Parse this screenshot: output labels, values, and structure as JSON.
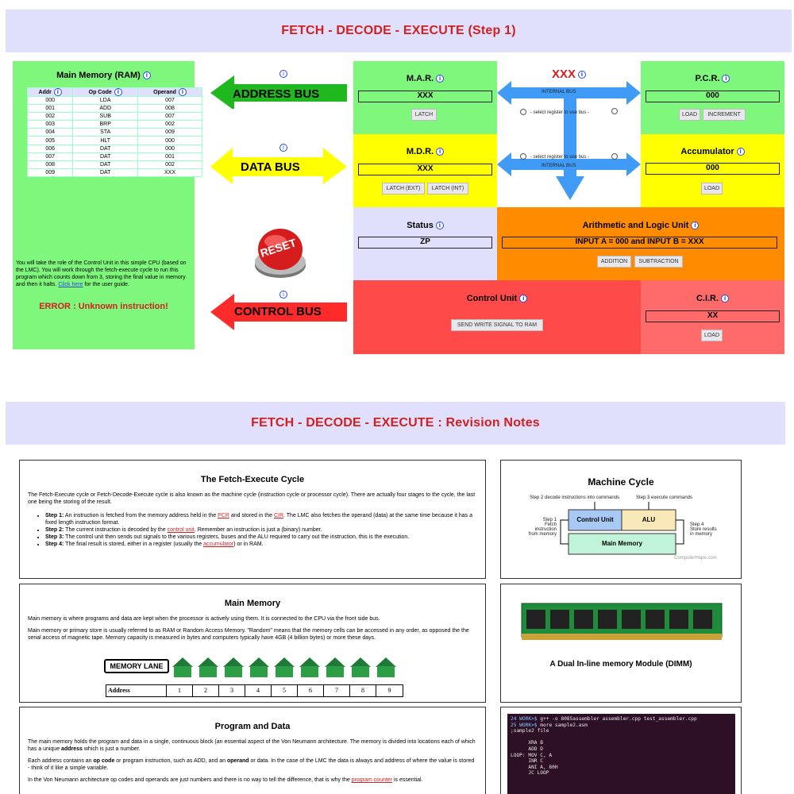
{
  "top_banner": "FETCH - DECODE - EXECUTE (Step 1)",
  "ram": {
    "title": "Main Memory (RAM)",
    "headers": [
      "Addr",
      "Op Code",
      "Operand"
    ],
    "rows": [
      [
        "000",
        "LDA",
        "007"
      ],
      [
        "001",
        "ADD",
        "008"
      ],
      [
        "002",
        "SUB",
        "007"
      ],
      [
        "003",
        "BRP",
        "002"
      ],
      [
        "004",
        "STA",
        "009"
      ],
      [
        "005",
        "HLT",
        "000"
      ],
      [
        "006",
        "DAT",
        "000"
      ],
      [
        "007",
        "DAT",
        "001"
      ],
      [
        "008",
        "DAT",
        "002"
      ],
      [
        "009",
        "DAT",
        "XXX"
      ]
    ],
    "description": "You will take the role of the Control Unit in this simple CPU (based on the LMC). You will work through the fetch-execute cycle to run this program which counts down from 3, storing the final value in memory and then it halts.",
    "link": "Click here",
    "description_end": " for the user guide.",
    "error": "ERROR : Unknown instruction!"
  },
  "buses": {
    "address": "ADDRESS BUS",
    "data": "DATA BUS",
    "control": "CONTROL BUS",
    "reset": "RESET",
    "internal": "INTERNAL BUS",
    "internal_value": "XXX",
    "select_hint": "- select register to use bus -"
  },
  "registers": {
    "mar": {
      "title": "M.A.R.",
      "value": "XXX",
      "btn": "LATCH"
    },
    "pcr": {
      "title": "P.C.R.",
      "value": "000",
      "btn1": "LOAD",
      "btn2": "INCREMENT"
    },
    "mdr": {
      "title": "M.D.R.",
      "value": "XXX",
      "btn1": "LATCH (EXT)",
      "btn2": "LATCH (INT)"
    },
    "acc": {
      "title": "Accumulator",
      "value": "000",
      "btn": "LOAD"
    },
    "status": {
      "title": "Status",
      "value": "ZP"
    },
    "alu": {
      "title": "Arithmetic and Logic Unit",
      "value": "INPUT A = 000 and INPUT B = XXX",
      "btn1": "ADDITION",
      "btn2": "SUBTRACTION"
    },
    "cu": {
      "title": "Control Unit",
      "btn": "SEND WRITE SIGNAL TO RAM"
    },
    "cir": {
      "title": "C.I.R.",
      "value": "XX",
      "btn": "LOAD"
    }
  },
  "colors": {
    "green": "#7ef77c",
    "yellow": "#ffff00",
    "lavender": "#e0e0fc",
    "orange": "#ff8c00",
    "red": "#ff5757",
    "blue": "#3f9bf5"
  },
  "notes_banner": "FETCH - DECODE - EXECUTE : Revision Notes",
  "fetch_execute": {
    "title": "The Fetch-Execute Cycle",
    "intro": "The Fetch-Execute cycle or Fetch-Decode-Execute cycle is also known as the machine cycle (instruction cycle or processor cycle). There are actually four stages to the cycle, the last one being the storing of the result.",
    "steps": [
      {
        "label": "Step 1:",
        "a": " An instruction is fetched from the memory address held in the ",
        "l1": "PCR",
        "b": " and stored in the ",
        "l2": "CIR",
        "c": ". The LMC also fetches the operand (data) at the same time because it has a fixed length instruction format."
      },
      {
        "label": "Step 2:",
        "a": " The current instruction is decoded by the ",
        "l1": "control unit",
        "b": ". Remember an instruction is just a (binary) number.",
        "l2": "",
        "c": ""
      },
      {
        "label": "Step 3:",
        "a": " The control unit then sends out signals to the various registers, buses and the ALU required to carry out the instruction, this is the execution.",
        "l1": "",
        "b": "",
        "l2": "",
        "c": ""
      },
      {
        "label": "Step 4:",
        "a": " The final result is stored, either in a register (usually the ",
        "l1": "accumulator",
        "b": ") or in RAM.",
        "l2": "",
        "c": ""
      }
    ]
  },
  "machine_cycle": {
    "title": "Machine Cycle",
    "step2": "Step 2 decode instructions into commands",
    "step3": "Step 3 execute commands",
    "step1": "Step 1\nFetch\ninstruction\nfrom memory",
    "step4": "Step 4\nStore results\nin memory",
    "cu": "Control Unit",
    "alu": "ALU",
    "mm": "Main Memory",
    "credit": "ComputerHope.com"
  },
  "main_memory": {
    "title": "Main Memory",
    "p1": "Main memory is where programs and data are kept when the processor is actively using them. It is connected to the CPU via the front side bus.",
    "p2": "Main memory or primary store is usually referred to as RAM or Random Access Memory. \"Random\" means that the memory cells can be accessed in any order, as opposed the the serial access of magnetic tape. Memory capacity is measured in bytes and computers typically have 4GB (4 billion bytes) or more these days.",
    "lane_label": "MEMORY LANE",
    "address_label": "Address",
    "addresses": [
      "1",
      "2",
      "3",
      "4",
      "5",
      "6",
      "7",
      "8",
      "9"
    ]
  },
  "dimm": {
    "caption": "A Dual In-line memory Module (DIMM)"
  },
  "program_data": {
    "title": "Program and Data",
    "p1a": "The main memory holds the program and data in a single, continuous block (an essential aspect of the Von Neumann architecture. The memory is divided into locations each of which has a unique ",
    "p1b": "address",
    "p1c": " which is just a number.",
    "p2a": "Each address contains an ",
    "p2b": "op code",
    "p2c": " or program instruction, such as ADD, and an ",
    "p2d": "operand",
    "p2e": " or data. In the case of the LMC the data is always and address of where the value is stored - think of it like a simple variable.",
    "p3a": "In the Von Neumann architecture op codes and operands are just numbers and there is no way to tell the difference, that is why the ",
    "p3b": "program counter",
    "p3c": " is essential."
  },
  "terminal": {
    "lines": [
      {
        "prompt": "24 WORK>$ ",
        "cmd": "g++ -o 8085assembler assembler.cpp test_assembler.cpp"
      },
      {
        "prompt": "25 WORK>$ ",
        "cmd": "more sample2.asm"
      },
      {
        "prompt": "",
        "cmd": ";sample2 file"
      },
      {
        "prompt": "",
        "cmd": ""
      },
      {
        "prompt": "",
        "cmd": "      XRA B"
      },
      {
        "prompt": "",
        "cmd": "      ADD D"
      },
      {
        "prompt": "",
        "cmd": "LOOP: MOV C, A"
      },
      {
        "prompt": "",
        "cmd": "      INR C"
      },
      {
        "prompt": "",
        "cmd": "      ANI A, 80H"
      },
      {
        "prompt": "",
        "cmd": "      JC LOOP"
      }
    ]
  }
}
